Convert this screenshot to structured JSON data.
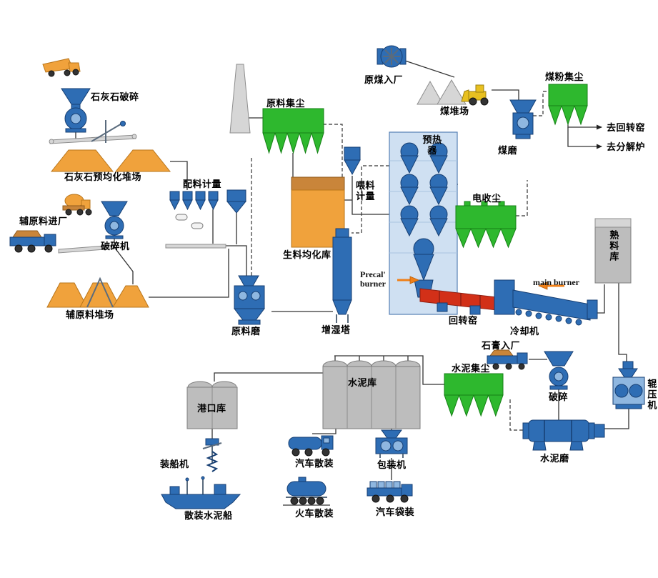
{
  "diagram": {
    "type": "process-flow",
    "subject": "cement plant production line flowsheet"
  },
  "labels": {
    "limestone_crushing": "石灰石破碎",
    "limestone_preblending_yard": "石灰石预均化堆场",
    "batching_metering": "配料计量",
    "aux_material_entry": "辅原料进厂",
    "crusher_machine": "破碎机",
    "aux_material_yard": "辅原料堆场",
    "raw_material_dust_collector": "原料集尘",
    "raw_mill": "原料磨",
    "raw_meal_homogenizing_silo": "生料均化库",
    "feeding_metering": "喂料\n计量",
    "humidifying_tower": "增湿塔",
    "preheater": "预热\n器",
    "raw_coal_entry": "原煤入厂",
    "coal_yard": "煤堆场",
    "coal_powder_dust_collector": "煤粉集尘",
    "coal_mill": "煤磨",
    "to_rotary_kiln": "去回转窑",
    "to_calciner": "去分解炉",
    "electrostatic_precipitator": "电收尘",
    "clinker_silo": "熟料库",
    "precalciner_burner": "Precal'\nburner",
    "main_burner": "main burner",
    "rotary_kiln": "回转窑",
    "cooler": "冷却机",
    "gypsum_entry": "石膏入厂",
    "cement_dust_collector": "水泥集尘",
    "gypsum_crushing": "破碎",
    "roller_press": "辊压机",
    "cement_mill": "水泥磨",
    "cement_silo": "水泥库",
    "port_silo": "港口库",
    "ship_loader": "装船机",
    "bulk_cement_ship": "散装水泥船",
    "truck_bulk_loading": "汽车散装",
    "train_bulk_loading": "火车散装",
    "packing_machine": "包装机",
    "truck_bag_loading": "汽车袋装"
  },
  "colors": {
    "equipment_blue": "#2e6db4",
    "equipment_blue_light": "#8fb7e0",
    "dust_collector_green": "#2eb82e",
    "silo_gray": "#bdbdbd",
    "material_orange": "#f0a23c",
    "kiln_red": "#d23018",
    "loader_yellow": "#e8c020",
    "burner_arrow_orange": "#f08018",
    "line_color": "#333333",
    "background": "#ffffff"
  }
}
